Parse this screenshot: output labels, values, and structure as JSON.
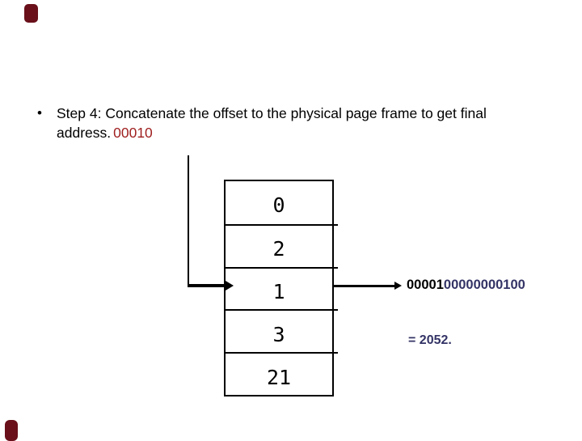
{
  "slide": {
    "bullet": {
      "marker": "•",
      "line1": "Step 4: Concatenate the offset to the physical page frame to get final",
      "line2_text": "address.",
      "line2_highlight": "00010"
    },
    "page_table": {
      "rows": [
        "0",
        "2",
        "1",
        "3",
        "21"
      ]
    },
    "result": {
      "binary_prefix": "00001",
      "binary_suffix": "00000000100",
      "decimal": "= 2052."
    },
    "colors": {
      "highlight_red": "#A02020",
      "result_navy": "#333366",
      "corner_maroon": "#69101A"
    }
  }
}
